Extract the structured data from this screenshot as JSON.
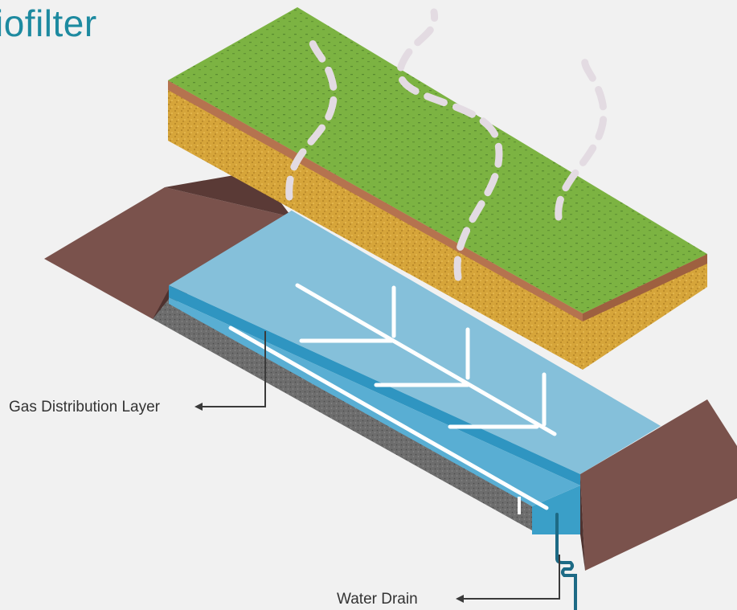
{
  "title": "iofilter",
  "labels": {
    "gas_distribution_layer": "Gas Distribution Layer",
    "water_drain": "Water Drain"
  },
  "colors": {
    "title": "#1d8aa0",
    "grass_top": "#7cb342",
    "soil_dark": "#b5734f",
    "compost": "#d8a93d",
    "gas_layer_top": "#85c0da",
    "gas_layer_edge": "#3a9fc8",
    "gravel": "#6b6b6b",
    "berm": "#6e4a45",
    "pipe": "#ffffff",
    "drain_pipe": "#1d6a85",
    "leader_line": "#3a3a3a",
    "gas_wisp": "#e3dbe2"
  }
}
